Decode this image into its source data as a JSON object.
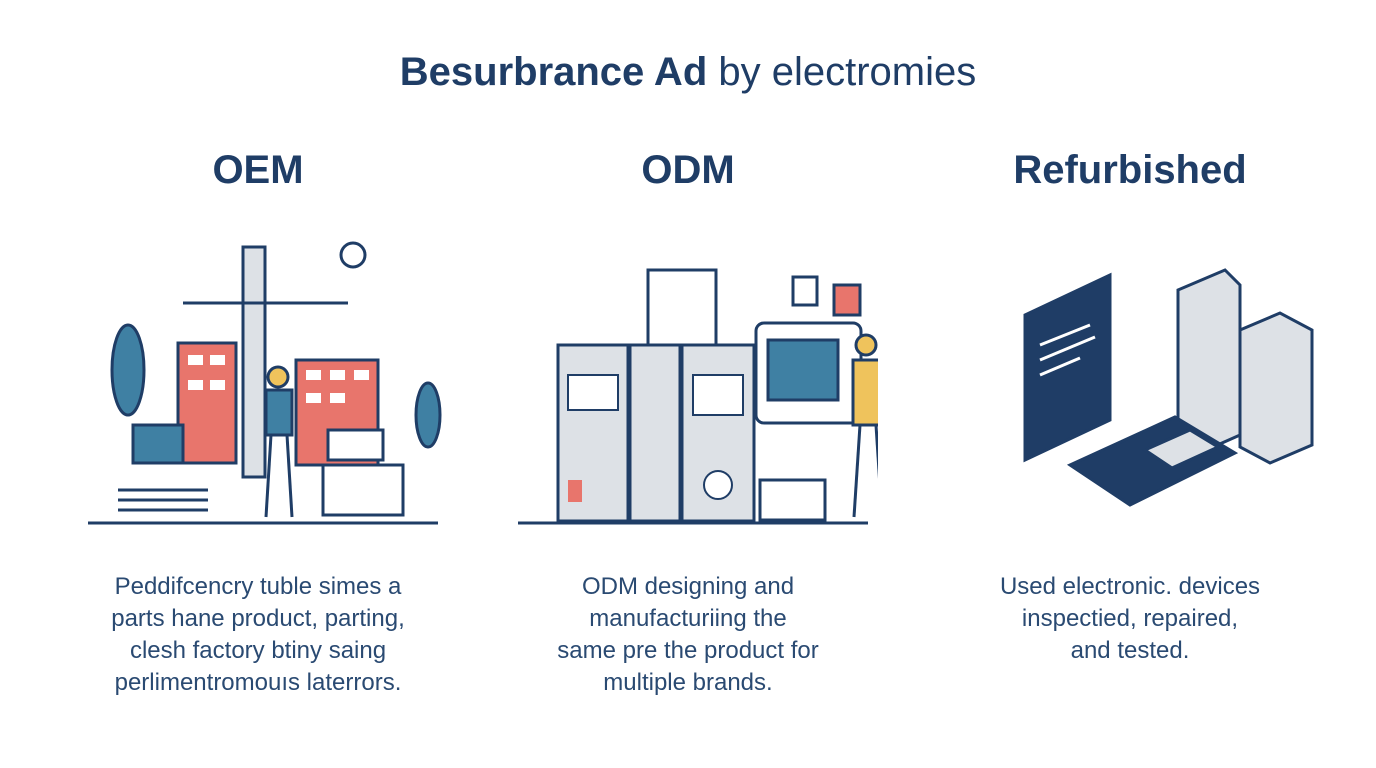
{
  "title": {
    "bold": "Besurbrance Ad",
    "regular": "by electromies"
  },
  "columns": [
    {
      "heading": "OEM",
      "lines": [
        "Peddifcencry tuble simes a",
        "parts hane product, parting,",
        "clesh factory btiny saing",
        "perlimentromouıs laterrors."
      ],
      "icon": "factory-illustration"
    },
    {
      "heading": "ODM",
      "lines": [
        "ODM designing and",
        "manufacturiing the",
        "same pre the product for",
        "multiple brands."
      ],
      "icon": "machines-illustration"
    },
    {
      "heading": "Refurbished",
      "lines": [
        "Used electronic. devices",
        "inspectied, repaired,",
        "and tested."
      ],
      "icon": "devices-illustration"
    }
  ],
  "colors": {
    "navy": "#1f3d66",
    "blue": "#3f80a3",
    "coral": "#e8756c",
    "yellow": "#efc35c",
    "gray": "#dde1e6"
  }
}
